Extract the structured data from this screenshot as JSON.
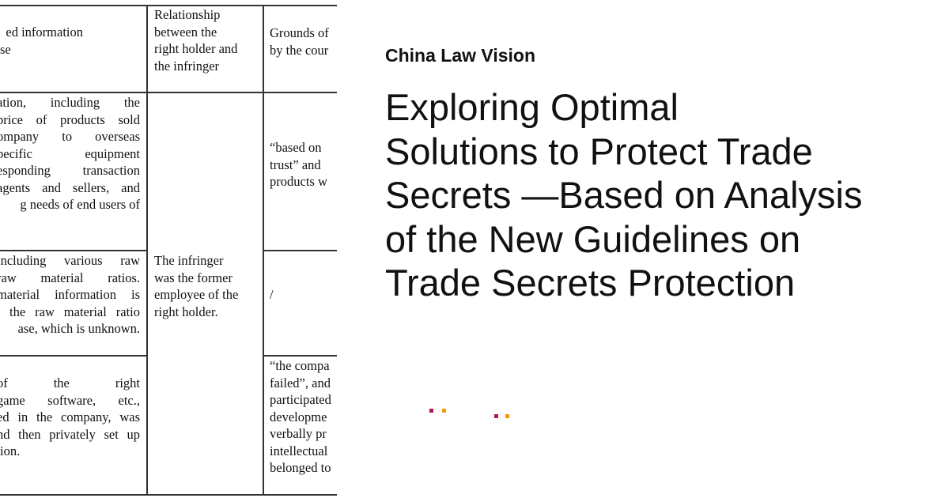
{
  "brand": "China Law Vision",
  "headline": {
    "lines": [
      "Exploring Optimal",
      "Solutions to Protect Trade",
      "Secrets —Based on Analysis",
      "of the New Guidelines on",
      "Trade Secrets Protection"
    ]
  },
  "colors": {
    "dot_primary": "#b5135b",
    "dot_secondary": "#f7950f"
  },
  "table_image": {
    "header": {
      "col1": [
        "ed information",
        "se"
      ],
      "col2": [
        "Relationship",
        "between the",
        "right holder and",
        "the infringer"
      ],
      "col3": [
        "Grounds of",
        "by the cour"
      ]
    },
    "row1": {
      "col1": [
        "ation,  including  the",
        "price of products sold",
        "ompany  to  overseas",
        "pecific       equipment",
        "esponding  transaction",
        "agents and sellers, and",
        "g needs of end users of"
      ],
      "col3": [
        "“based on",
        "trust” and",
        "products w"
      ]
    },
    "row2": {
      "col1": [
        "including various raw",
        "raw   material   ratios.",
        "material information is",
        ", the raw material ratio",
        "ase, which is unknown."
      ],
      "col3": [
        "/"
      ]
    },
    "row3": {
      "col1": [
        "of      the      right",
        "game  software,  etc.,",
        "ed in the company, was",
        "nd then privately set up",
        "ion."
      ],
      "col3": [
        "“the compa",
        "failed”, and",
        "participated",
        "developme",
        "verbally pr",
        "intellectual",
        "belonged to"
      ]
    },
    "merged_col2": [
      "The infringer",
      "was the former",
      "employee of the",
      "right holder."
    ]
  }
}
